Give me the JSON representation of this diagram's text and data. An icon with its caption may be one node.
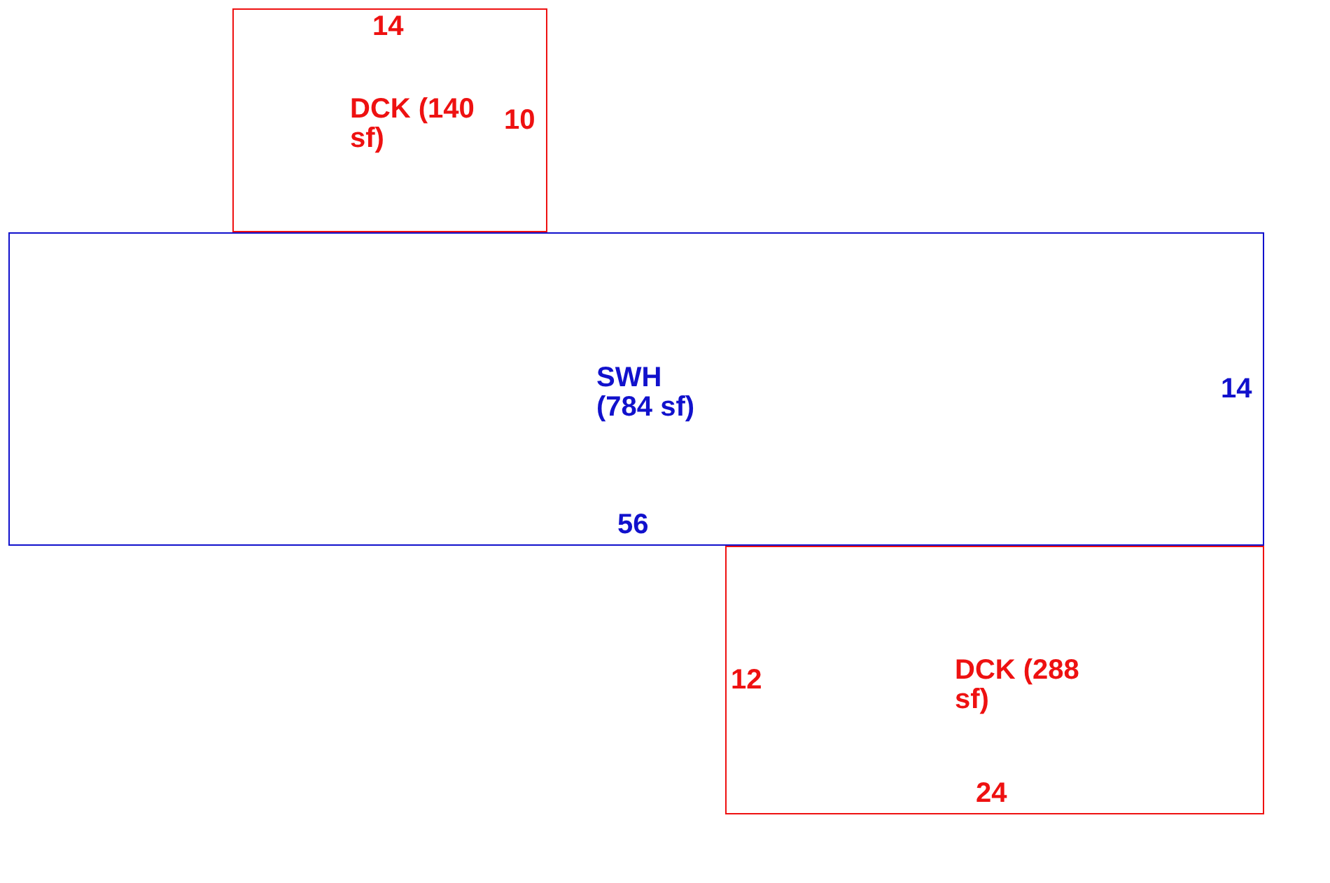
{
  "diagram": {
    "nodes": [
      {
        "text": [
          "DCK (140 sf)"
        ]
      },
      {
        "text": [
          "SWH (784 sf)"
        ]
      },
      {
        "text": [
          "DCK (288 sf)"
        ]
      }
    ],
    "labels": [
      "14",
      "10",
      "14",
      "56",
      "12",
      "24"
    ]
  }
}
